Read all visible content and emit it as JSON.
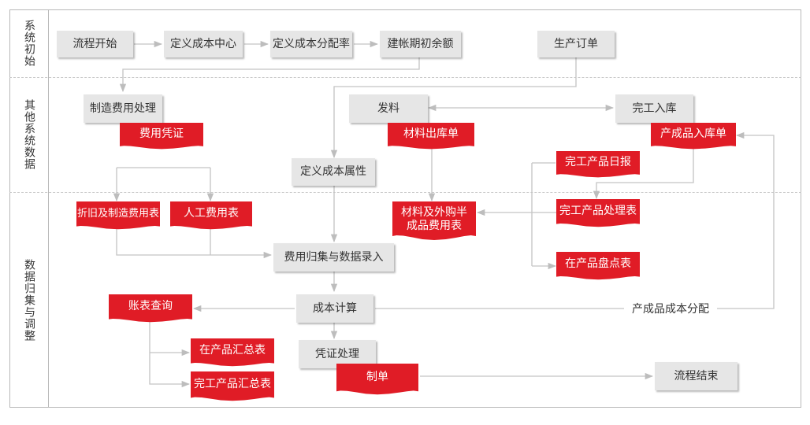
{
  "sections": [
    "系统初始",
    "其他系统数据",
    "数据归集与调整"
  ],
  "nodes": {
    "flow_start": "流程开始",
    "define_cost_center": "定义成本中心",
    "define_cost_rate": "定义成本分配率",
    "init_balance": "建帐期初余额",
    "production_order": "生产订单",
    "mfg_expense_process": "制造费用处理",
    "expense_voucher": "费用凭证",
    "material_issue": "发料",
    "material_out_doc": "材料出库单",
    "complete_storage": "完工入库",
    "product_in_doc": "产成品入库单",
    "define_cost_attr": "定义成本属性",
    "completed_daily": "完工产品日报",
    "depreciation_table": "折旧及制造费用表",
    "labor_cost_table": "人工费用表",
    "material_semi_table": "材料及外购半成品费用表",
    "completed_process_table": "完工产品处理表",
    "expense_collect": "费用归集与数据录入",
    "wip_count_table": "在产品盘点表",
    "ledger_query": "账表查询",
    "cost_calc": "成本计算",
    "finished_cost_alloc": "产成品成本分配",
    "wip_summary": "在产品汇总表",
    "voucher_process": "凭证处理",
    "completed_summary": "完工产品汇总表",
    "make_voucher": "制单",
    "flow_end": "流程结束"
  }
}
